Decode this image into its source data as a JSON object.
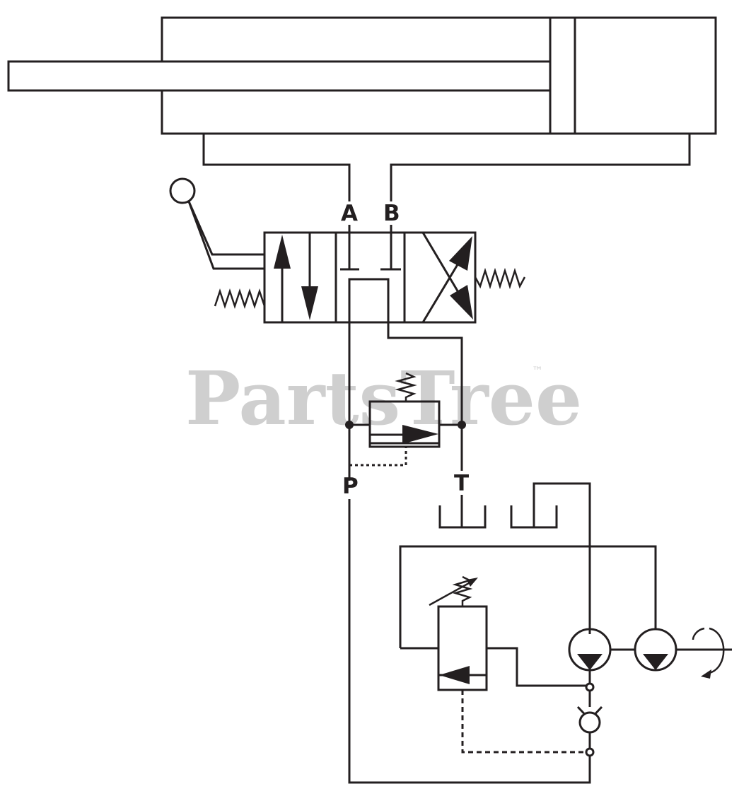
{
  "labels": {
    "port_a": "A",
    "port_b": "B",
    "port_p": "P",
    "port_t": "T"
  },
  "watermark": {
    "text": "PartsTree",
    "trademark": "™"
  },
  "colors": {
    "line": "#231f20",
    "watermark": "#cfcfcf",
    "background": "#ffffff"
  }
}
